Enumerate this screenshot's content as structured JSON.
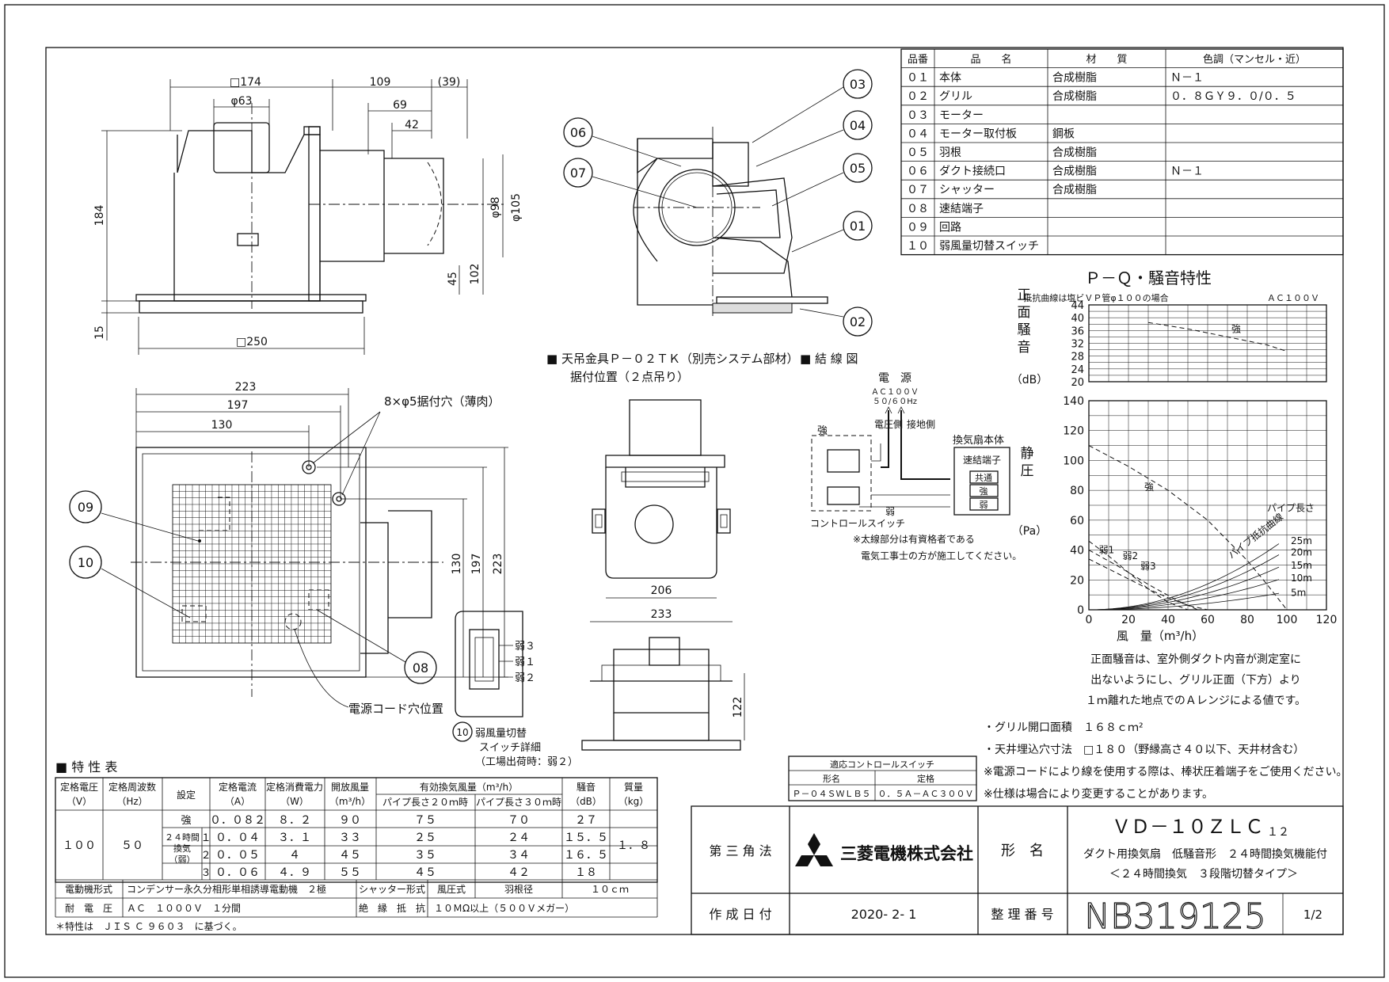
{
  "parts_table": {
    "headers": [
      "品番",
      "品　　名",
      "材　　質",
      "色調（マンセル・近）"
    ],
    "rows": [
      [
        "０１",
        "本体",
        "合成樹脂",
        "Ｎ－１"
      ],
      [
        "０２",
        "グリル",
        "合成樹脂",
        "０．８ＧＹ９．０/０．５"
      ],
      [
        "０３",
        "モーター",
        "",
        ""
      ],
      [
        "０４",
        "モーター取付板",
        "鋼板",
        ""
      ],
      [
        "０５",
        "羽根",
        "合成樹脂",
        ""
      ],
      [
        "０６",
        "ダクト接続口",
        "合成樹脂",
        "Ｎ－１"
      ],
      [
        "０７",
        "シャッター",
        "合成樹脂",
        ""
      ],
      [
        "０８",
        "速結端子",
        "",
        ""
      ],
      [
        "０９",
        "回路",
        "",
        ""
      ],
      [
        "１０",
        "弱風量切替スイッチ",
        "",
        ""
      ]
    ]
  },
  "dimensions": {
    "top_a": "□174",
    "top_b": "109",
    "top_c": "(39)",
    "top_d": "φ63",
    "top_e": "69",
    "top_f": "42",
    "side_h": "184",
    "phi98": "φ98",
    "phi105": "φ105",
    "d45": "45",
    "d102": "102",
    "d15": "15",
    "d250": "□250",
    "p223": "223",
    "p197": "197",
    "p130": "130",
    "hole": "8×φ5据付穴（薄肉）",
    "v130": "130",
    "v197": "197",
    "v223": "223",
    "w206": "206",
    "w233": "233",
    "h122": "122"
  },
  "callouts": [
    "03",
    "04",
    "05",
    "06",
    "07",
    "01",
    "02",
    "09",
    "10",
    "08",
    "10"
  ],
  "labels": {
    "hanger": "■ 天吊金具Ｐ－０２ＴＫ（別売システム部材）",
    "hanger2": "据付位置（２点吊り）",
    "wiring": "■ 結 線 図",
    "power": "電　源",
    "ac": "ＡＣ１００Ｖ",
    "hz": "５０/６０Hz",
    "v_side": "電圧側",
    "g_side": "接地側",
    "fan_body": "換気扇本体",
    "terminal": "速結端子",
    "common": "共通",
    "strong": "強",
    "weak": "弱",
    "control_sw": "コントロールスイッチ",
    "note1": "※太線部分は有資格者である",
    "note2": "電気工事士の方が施工してください。",
    "cord_pos": "電源コード穴位置",
    "sw_title": "弱風量切替",
    "sw_title2": "スイッチ詳細",
    "sw_note": "（工場出荷時：弱２）",
    "w3": "弱３",
    "w1": "弱１",
    "w2": "弱２"
  },
  "chart_data": [
    {
      "type": "line",
      "title": "Ｐ－Ｑ・騒音特性",
      "subtitle": "抵抗曲線は塩ビＶＰ管φ１００の場合",
      "voltage": "ＡＣ１００Ｖ",
      "ylabel": "正面騒音",
      "yunit": "（dB）",
      "ylim": [
        20,
        44
      ],
      "yticks": [
        "20",
        "24",
        "28",
        "32",
        "36",
        "40",
        "44"
      ],
      "xlim": [
        0,
        120
      ],
      "series": [
        {
          "name": "強",
          "x": [
            30,
            50,
            70,
            90,
            100
          ],
          "y": [
            38.5,
            36.5,
            34,
            31.5,
            29.5
          ]
        }
      ]
    },
    {
      "type": "line",
      "ylabel": "静圧",
      "yunit": "（Pa）",
      "xlabel": "風　量（m³/h）",
      "ylim": [
        0,
        140
      ],
      "xlim": [
        0,
        120
      ],
      "yticks": [
        "0",
        "20",
        "40",
        "60",
        "80",
        "100",
        "120",
        "140"
      ],
      "xticks": [
        "0",
        "20",
        "40",
        "60",
        "80",
        "100",
        "120"
      ],
      "series": [
        {
          "name": "強",
          "x": [
            0,
            20,
            40,
            60,
            80,
            90,
            100
          ],
          "y": [
            110,
            96,
            80,
            60,
            33,
            17,
            0
          ]
        },
        {
          "name": "弱1",
          "x": [
            0,
            10,
            20,
            30,
            40,
            50
          ],
          "y": [
            46,
            36,
            25,
            14,
            5,
            0
          ]
        },
        {
          "name": "弱2",
          "x": [
            0,
            15,
            30,
            45,
            55
          ],
          "y": [
            40,
            29,
            17,
            6,
            0
          ]
        },
        {
          "name": "弱3",
          "x": [
            0,
            15,
            30,
            40,
            50,
            60
          ],
          "y": [
            34,
            24,
            14,
            8,
            3,
            0
          ]
        }
      ],
      "resistance": {
        "label": "パイプ抵抗曲線",
        "pipe": "パイプ長さ",
        "lengths": [
          "25m",
          "20m",
          "15m",
          "10m",
          "5m"
        ]
      }
    }
  ],
  "chart_notes": [
    "正面騒音は、室外側ダクト内音が測定室に",
    "出ないようにし、グリル正面（下方）より",
    "１ｍ離れた地点でのＡレンジによる値です。"
  ],
  "spec_notes": [
    "・グリル開口面積　１６８ｃｍ²",
    "・天井埋込穴寸法　□１８０（野縁高さ４０以下、天井材含む）",
    "※電源コードにより線を使用する際は、棒状圧着端子をご使用ください。",
    "※仕様は場合により変更することがあります。"
  ],
  "control_switch": {
    "title": "適応コントロールスイッチ",
    "col1": "形名",
    "col2": "定格",
    "model": "Ｐ－０４ＳＷＬＢ５",
    "rating": "０．５Ａ－ＡＣ３００Ｖ"
  },
  "characteristics": {
    "title": "■ 特 性 表",
    "h_voltage": "定格電圧",
    "h_voltage_u": "（V）",
    "h_freq": "定格周波数",
    "h_freq_u": "（Hz）",
    "h_setting": "設定",
    "h_current": "定格電流",
    "h_current_u": "（A）",
    "h_power": "定格消費電力",
    "h_power_u": "（W）",
    "h_open": "開放風量",
    "h_open_u": "（m³/h）",
    "h_eff": "有効換気風量（m³/h）",
    "h_p20": "パイプ長さ２０ｍ時",
    "h_p30": "パイプ長さ３０ｍ時",
    "h_noise": "騒音",
    "h_noise_u": "（dB）",
    "h_mass": "質量",
    "h_mass_u": "（kg）",
    "voltage": "１００",
    "freq": "５０",
    "mass": "１．８",
    "mode24": "２４時間換気（弱）",
    "rows": [
      {
        "setting": "強",
        "current": "０．０８２",
        "power": "８．２",
        "open": "９０",
        "p20": "７５",
        "p30": "７０",
        "noise": "２７"
      },
      {
        "setting": "１",
        "current": "０．０４",
        "power": "３．１",
        "open": "３３",
        "p20": "２５",
        "p30": "２４",
        "noise": "１５．５"
      },
      {
        "setting": "２",
        "current": "０．０５",
        "power": "４",
        "open": "４５",
        "p20": "３５",
        "p30": "３４",
        "noise": "１６．５"
      },
      {
        "setting": "３",
        "current": "０．０６",
        "power": "４．９",
        "open": "５５",
        "p20": "４５",
        "p30": "４２",
        "noise": "１８"
      }
    ],
    "motor_label": "電動機形式",
    "motor": "コンデンサー永久分相形単相誘導電動機　２極",
    "shutter_label": "シャッター形式",
    "shutter": "風圧式",
    "blade_label": "羽根径",
    "blade": "１０ｃｍ",
    "withstand_label": "耐　電　圧",
    "withstand": "ＡＣ　１０００Ｖ　１分間",
    "insulation_label": "絶　縁　抵　抗",
    "insulation": "１０ＭΩ以上（５００Ｖメガー）",
    "footnote": "＊特性は　ＪＩＳ Ｃ ９６０３　に基づく。"
  },
  "title_block": {
    "projection": "第 三 角 法",
    "company": "三菱電機株式会社",
    "model_label": "形　名",
    "model": "ＶＤ－１０ＺＬＣ",
    "model_suffix": "１２",
    "desc1": "ダクト用換気扇　低騒音形　２４時間換気機能付",
    "desc2": "＜２４時間換気　３段階切替タイプ＞",
    "date_label": "作 成 日 付",
    "date": "2020- 2- 1",
    "doc_label": "整 理 番 号",
    "doc_no": "NB319125",
    "page": "1/2"
  }
}
